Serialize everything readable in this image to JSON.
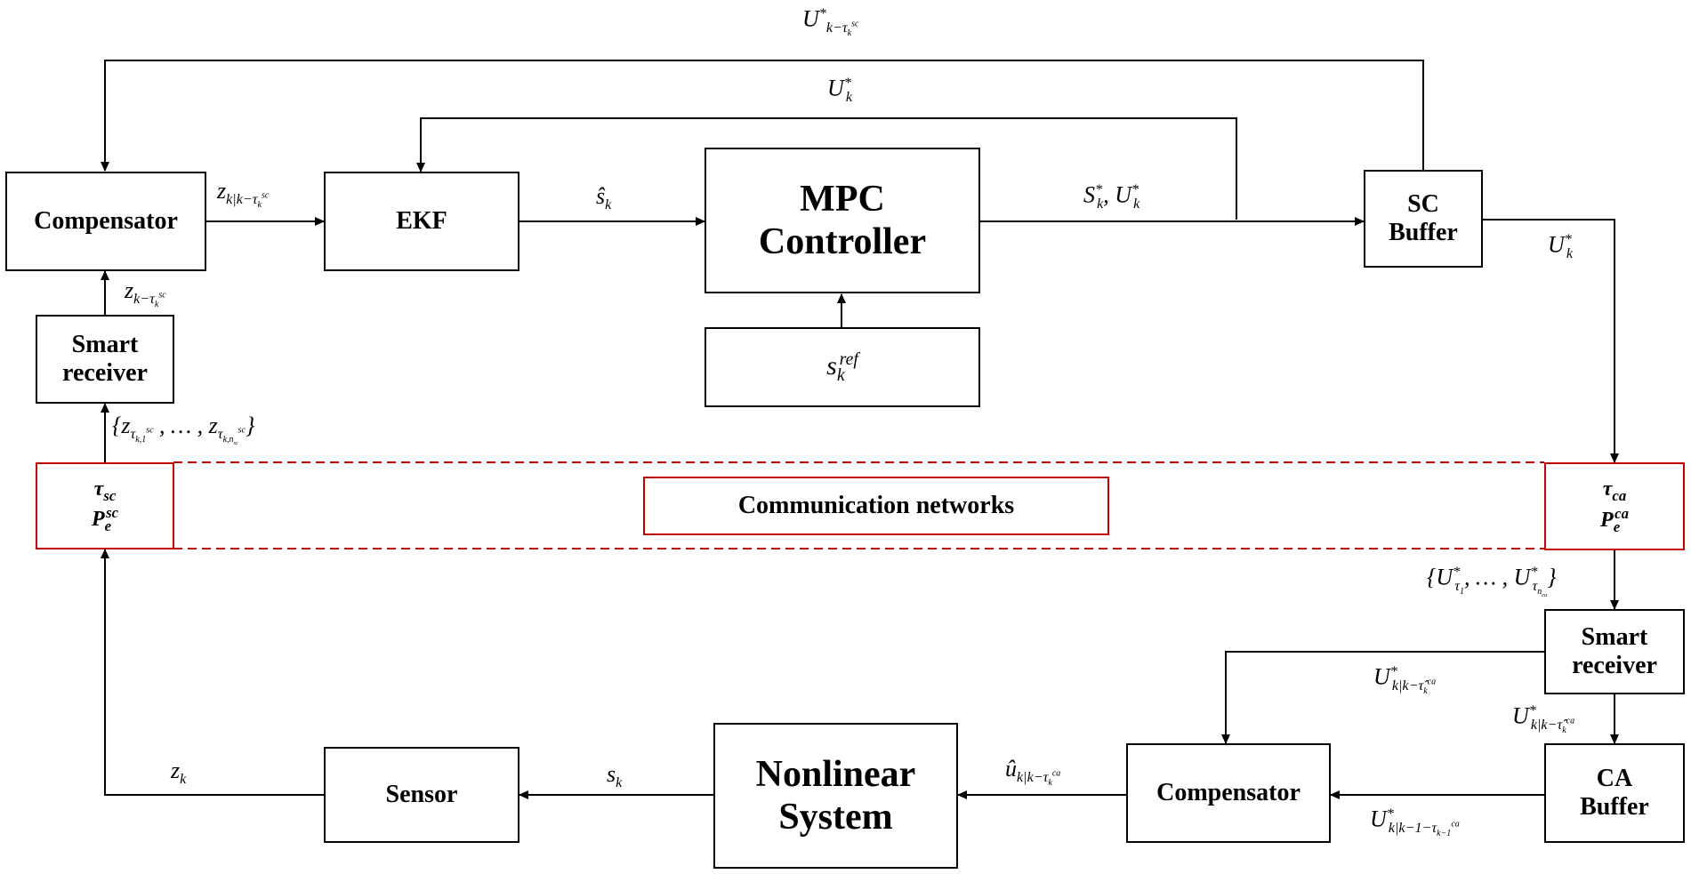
{
  "blocks": {
    "compensator_top": "Compensator",
    "ekf": "EKF",
    "mpc": [
      "MPC",
      "Controller"
    ],
    "sc_buffer": [
      "SC",
      "Buffer"
    ],
    "smart_receiver_left": [
      "Smart",
      "receiver"
    ],
    "sref": {
      "base": "s",
      "sub": "k",
      "sup": "ref"
    },
    "tau_sc": {
      "tau_base": "τ",
      "tau_sub": "sc",
      "p_base": "P",
      "p_sub": "e",
      "p_sup": "sc"
    },
    "communication": "Communication networks",
    "tau_ca": {
      "tau_base": "τ",
      "tau_sub": "ca",
      "p_base": "P",
      "p_sub": "e",
      "p_sup": "ca"
    },
    "smart_receiver_right": [
      "Smart",
      "receiver"
    ],
    "ca_buffer": [
      "CA",
      "Buffer"
    ],
    "compensator_bottom": "Compensator",
    "nonlinear_system": [
      "Nonlinear",
      "System"
    ],
    "sensor": "Sensor"
  },
  "labels": {
    "u_top": {
      "base": "U",
      "sup": "*",
      "sub": "k−τ",
      "subsub": "k",
      "subsup": "sc"
    },
    "u_second": {
      "base": "U",
      "sup": "*",
      "sub": "k"
    },
    "z_comp_ekf": {
      "base": "z",
      "sub": "k|k−τ",
      "subsub": "k",
      "subsup": "sc"
    },
    "s_hat": {
      "base": "ŝ",
      "sub": "k"
    },
    "s_u_star": {
      "text": "S",
      "sup1": "*",
      "sub1": "k",
      "mid": ", U",
      "sup2": "*",
      "sub2": "k"
    },
    "u_right": {
      "base": "U",
      "sup": "*",
      "sub": "k"
    },
    "z_receiver": {
      "base": "z",
      "sub": "k−τ",
      "subsub": "k",
      "subsup": "sc"
    },
    "z_set": {
      "text": "{z",
      "s1": "τ",
      "s1sub": "k,1",
      "s1sup": "sc",
      "mid": " , … , z",
      "s2": "τ",
      "s2sub": "k,n",
      "s2subsub": "sc",
      "s2sup": "sc",
      "end": "}"
    },
    "u_set": {
      "text": "{U",
      "sup1": "*",
      "sub1": "τ",
      "sub1sub": "1",
      "mid": ", … , U",
      "sup2": "*",
      "sub2": "τ",
      "sub2sub": "n",
      "sub2subsub": "ca",
      "end": "}"
    },
    "u_comp_in": {
      "base": "U",
      "sup": "*",
      "sub": "k|k−τ̂",
      "subsub": "k",
      "subsup": "ca"
    },
    "u_ca_in": {
      "base": "U",
      "sup": "*",
      "sub": "k|k−τ̂",
      "subsub": "k",
      "subsup": "ca"
    },
    "u_hat": {
      "base": "û",
      "sub": "k|k−τ",
      "subsub": "k",
      "subsup": "ca"
    },
    "s_k": {
      "base": "s",
      "sub": "k"
    },
    "z_k": {
      "base": "z",
      "sub": "k"
    },
    "u_ca_out": {
      "base": "U",
      "sup": "*",
      "sub": "k|k−1−τ",
      "subsub": "k−1",
      "subsup": "ca"
    }
  }
}
